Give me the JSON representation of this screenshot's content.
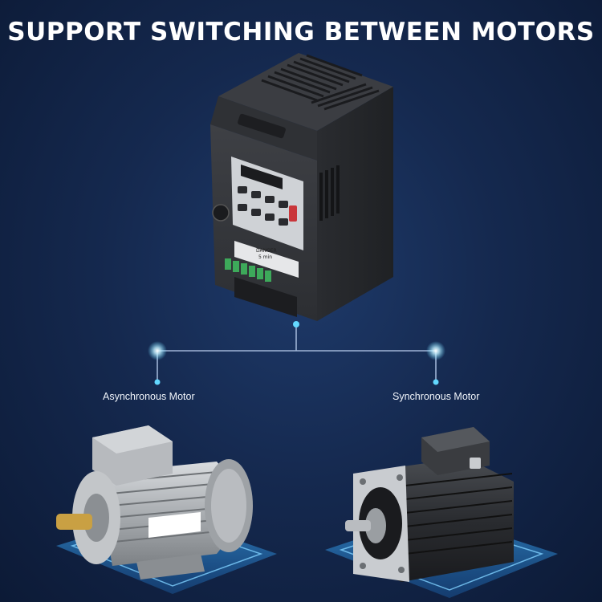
{
  "headline": "SUPPORT SWITCHING BETWEEN MOTORS",
  "panel": {
    "danger_label": "DANGER",
    "danger_time": "5 min"
  },
  "motors": [
    {
      "name": "Asynchronous Motor"
    },
    {
      "name": "Synchronous Motor"
    }
  ],
  "colors": {
    "background": "#15294f",
    "connector": "#9fb4d6",
    "node_glow": "#63d8ff",
    "platform": "#2a8bd8"
  }
}
